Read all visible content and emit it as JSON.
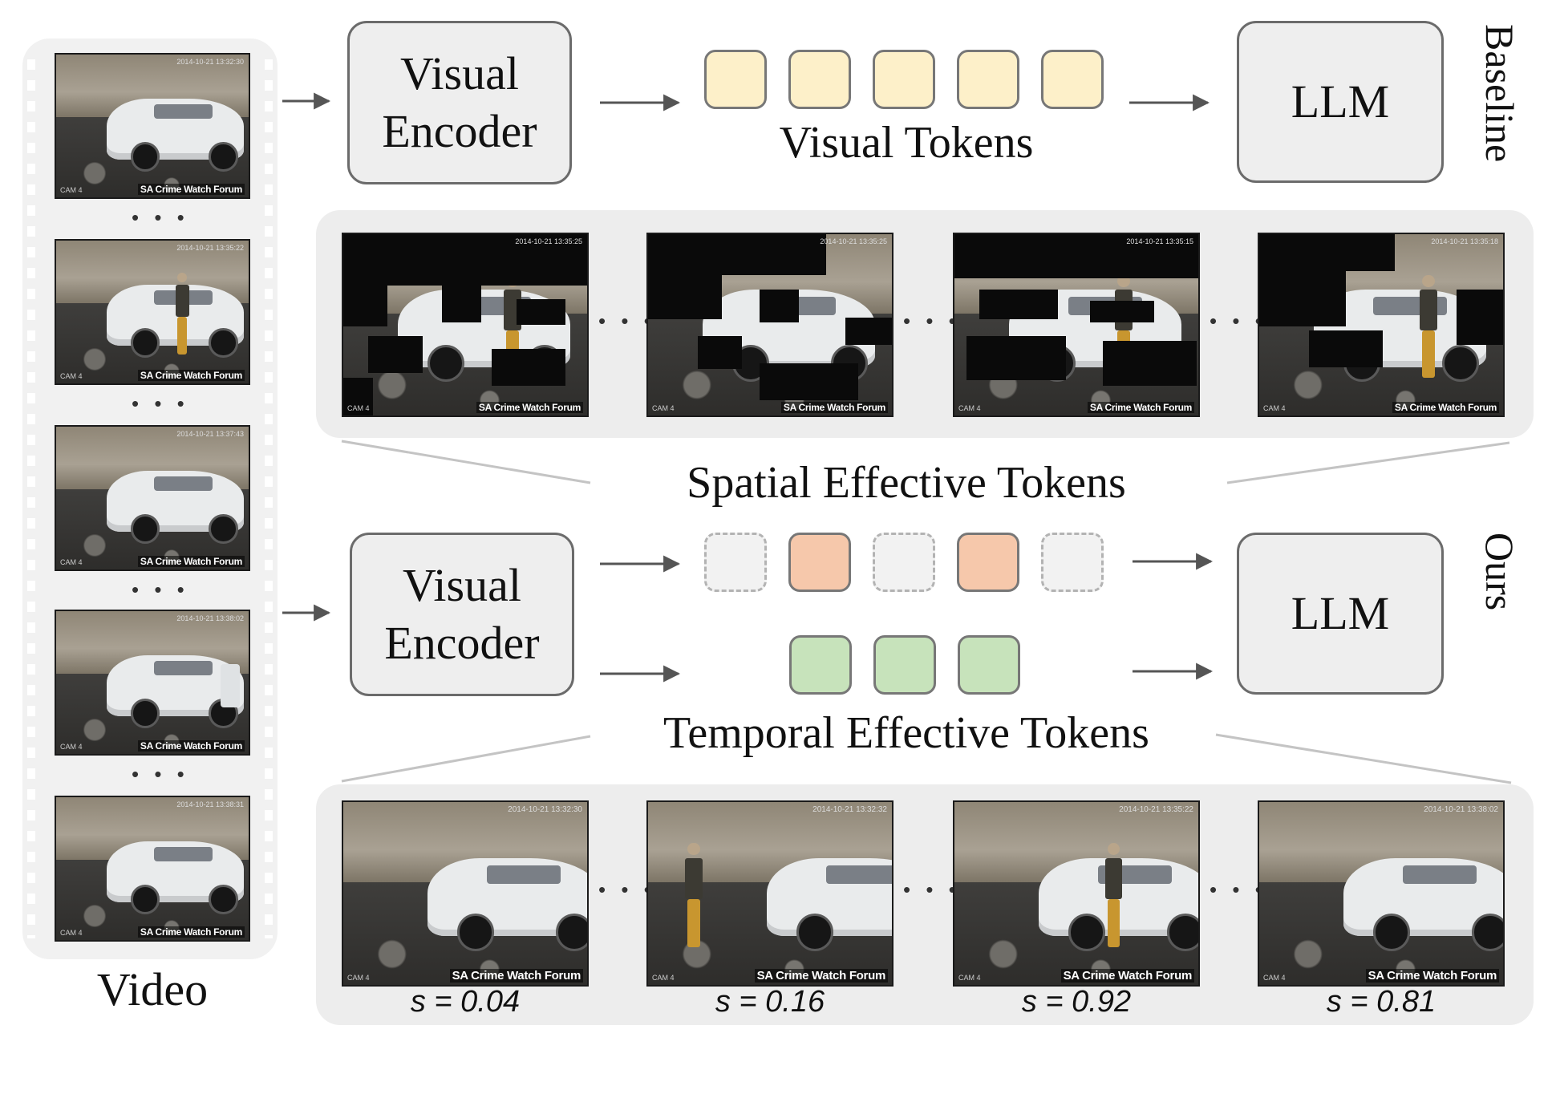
{
  "colors": {
    "visual_token": "#fdf0c9",
    "spatial_token": "#f6c8ab",
    "temporal_token": "#c7e3bb",
    "box_fill": "#eeeeee",
    "panel_fill": "#ededed",
    "arrow": "#555555"
  },
  "video": {
    "label": "Video",
    "frames": [
      {
        "stamp": "2014-10-21 13:32:30",
        "cam": "CAM 4",
        "watermark": "SA Crime Watch Forum",
        "person": false,
        "door_open": false
      },
      {
        "stamp": "2014-10-21 13:35:22",
        "cam": "CAM 4",
        "watermark": "SA Crime Watch Forum",
        "person": true,
        "door_open": false
      },
      {
        "stamp": "2014-10-21 13:37:43",
        "cam": "CAM 4",
        "watermark": "SA Crime Watch Forum",
        "person": false,
        "door_open": false
      },
      {
        "stamp": "2014-10-21 13:38:02",
        "cam": "CAM 4",
        "watermark": "SA Crime Watch Forum",
        "person": false,
        "door_open": true
      },
      {
        "stamp": "2014-10-21 13:38:31",
        "cam": "CAM 4",
        "watermark": "SA Crime Watch Forum",
        "person": false,
        "door_open": false
      }
    ],
    "ellipsis": "• • •"
  },
  "baseline": {
    "row_label": "Baseline",
    "encoder_label": "Visual\nEncoder",
    "tokens_label": "Visual Tokens",
    "token_count": 5,
    "llm_label": "LLM"
  },
  "ours": {
    "row_label": "Ours",
    "encoder_label": "Visual\nEncoder",
    "llm_label": "LLM",
    "spatial_tokens": [
      "dropped",
      "kept",
      "dropped",
      "kept",
      "dropped"
    ],
    "temporal_token_count": 3,
    "spatial_label": "Spatial Effective Tokens",
    "temporal_label": "Temporal Effective Tokens"
  },
  "spatial_panel": {
    "frames": [
      {
        "stamp": "2014-10-21 13:35:25",
        "cam": "CAM 4",
        "watermark": "SA Crime Watch Forum"
      },
      {
        "stamp": "2014-10-21 13:35:25",
        "cam": "CAM 4",
        "watermark": "SA Crime Watch Forum"
      },
      {
        "stamp": "2014-10-21 13:35:15",
        "cam": "CAM 4",
        "watermark": "SA Crime Watch Forum"
      },
      {
        "stamp": "2014-10-21 13:35:18",
        "cam": "CAM 4",
        "watermark": "SA Crime Watch Forum"
      }
    ],
    "ellipsis": "• • •"
  },
  "temporal_panel": {
    "frames": [
      {
        "stamp": "2014-10-21 13:32:30",
        "cam": "CAM 4",
        "watermark": "SA Crime Watch Forum",
        "score": "s = 0.04"
      },
      {
        "stamp": "2014-10-21 13:32:32",
        "cam": "CAM 4",
        "watermark": "SA Crime Watch Forum",
        "score": "s = 0.16"
      },
      {
        "stamp": "2014-10-21 13:35:22",
        "cam": "CAM 4",
        "watermark": "SA Crime Watch Forum",
        "score": "s = 0.92"
      },
      {
        "stamp": "2014-10-21 13:38:02",
        "cam": "CAM 4",
        "watermark": "SA Crime Watch Forum",
        "score": "s = 0.81"
      }
    ],
    "ellipsis": "• • •"
  }
}
